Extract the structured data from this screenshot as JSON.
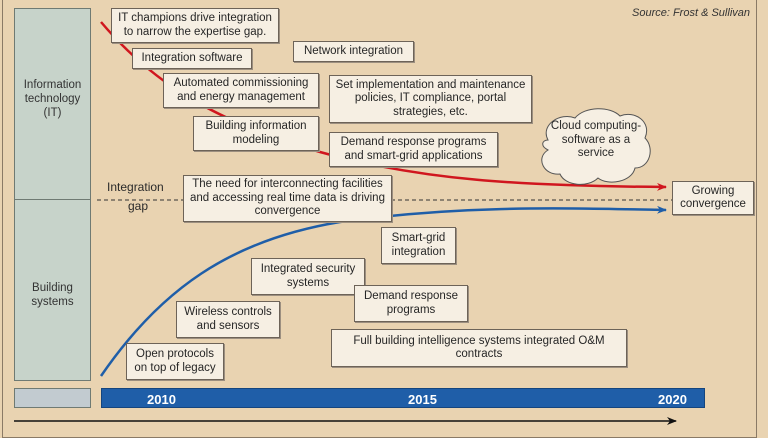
{
  "source": "Source: Frost & Sullivan",
  "side_labels": {
    "it": "Information technology (IT)",
    "building": "Building systems"
  },
  "gap_label": {
    "line1": "Integration",
    "line2": "gap"
  },
  "it_boxes": [
    "IT champions drive integration to narrow the expertise gap.",
    "Integration software",
    "Network integration",
    "Automated commissioning and energy management",
    "Set implementation and maintenance policies, IT compliance, portal strategies, etc.",
    "Building information modeling",
    "Demand response programs and smart-grid applications"
  ],
  "cloud": "Cloud computing-software as a service",
  "convergence_box": "The need for interconnecting facilities and accessing real time data is driving convergence",
  "growing": "Growing convergence",
  "building_boxes": [
    "Smart-grid integration",
    "Integrated security systems",
    "Demand response programs",
    "Wireless controls and sensors",
    "Open protocols on top of legacy",
    "Full building intelligence systems integrated O&M contracts"
  ],
  "years": [
    "2010",
    "2015",
    "2020"
  ],
  "colors": {
    "it_curve": "#d0161e",
    "building_curve": "#1f5ea8",
    "background": "#e9d3b1"
  }
}
